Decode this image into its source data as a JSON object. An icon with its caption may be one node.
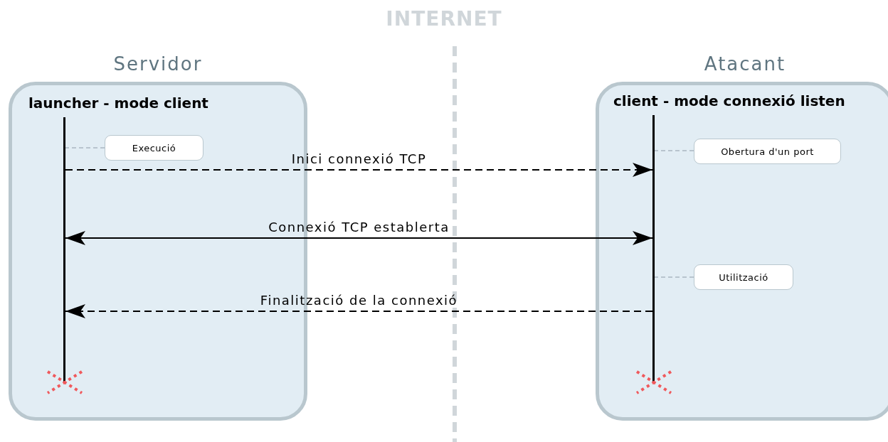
{
  "diagram": {
    "nodes": [
      {
        "text": [
          "Servidor",
          "launcher - mode client"
        ]
      },
      {
        "text": [],
        "shape": "bar",
        "in": 0
      },
      {
        "text": [
          "Execució"
        ],
        "in": 0
      },
      {
        "text": [
          "Atacant",
          "client - mode connexió listen"
        ]
      },
      {
        "text": [],
        "shape": "bar",
        "in": 3
      },
      {
        "text": [
          "Obertura d'un port"
        ],
        "in": 3
      },
      {
        "text": [
          "Utilització"
        ],
        "in": 3
      }
    ],
    "edges": [
      {
        "from": 2,
        "to": 1,
        "arrow": "none",
        "style": "dashed",
        "color": "#b8c4ce"
      },
      {
        "from": 1,
        "to": 4,
        "arrow": "to",
        "label": "Inici connexió TCP",
        "style": "dashed",
        "color": "#000000"
      },
      {
        "from": 5,
        "to": 4,
        "arrow": "none",
        "style": "dashed",
        "color": "#b8c4ce"
      },
      {
        "from": 1,
        "to": 4,
        "arrow": "both",
        "label": "Connexió TCP establerta",
        "color": "#000000"
      },
      {
        "from": 6,
        "to": 4,
        "arrow": "none",
        "style": "dashed",
        "color": "#b8c4ce"
      },
      {
        "from": 4,
        "to": 1,
        "arrow": "to",
        "label": "Finalització de la connexió",
        "style": "dashed",
        "color": "#000000"
      }
    ],
    "labels": [
      "INTERNET"
    ]
  }
}
